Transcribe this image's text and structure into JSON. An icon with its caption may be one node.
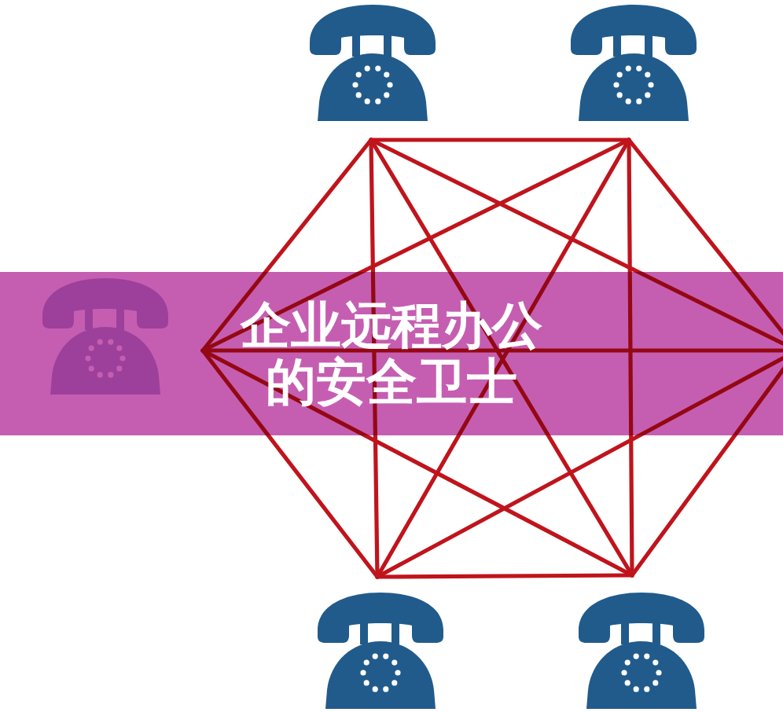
{
  "diagram": {
    "title": "企业远程办公的安全卫士",
    "nodes": [
      {
        "text": [],
        "shape": "picture"
      },
      {
        "text": [],
        "shape": "picture"
      },
      {
        "text": [],
        "shape": "picture"
      },
      {
        "text": [],
        "shape": "picture"
      },
      {
        "text": [],
        "shape": "picture"
      }
    ],
    "edges": [
      {
        "from": 0,
        "to": 1,
        "arrow": "none"
      },
      {
        "from": 0,
        "to": 2,
        "arrow": "none"
      },
      {
        "from": 0,
        "to": 3,
        "arrow": "none"
      },
      {
        "from": 0,
        "to": 4,
        "arrow": "none"
      },
      {
        "from": 0,
        "to": null,
        "arrow": "none"
      },
      {
        "from": 1,
        "to": 2,
        "arrow": "none"
      },
      {
        "from": 1,
        "to": 3,
        "arrow": "none"
      },
      {
        "from": 1,
        "to": 4,
        "arrow": "none"
      },
      {
        "from": 1,
        "to": null,
        "arrow": "none"
      },
      {
        "from": 2,
        "to": 3,
        "arrow": "none"
      },
      {
        "from": 2,
        "to": 4,
        "arrow": "none"
      },
      {
        "from": 2,
        "to": null,
        "arrow": "none"
      },
      {
        "from": 3,
        "to": 4,
        "arrow": "none"
      },
      {
        "from": 3,
        "to": null,
        "arrow": "none"
      },
      {
        "from": 4,
        "to": null,
        "arrow": "none"
      }
    ]
  }
}
